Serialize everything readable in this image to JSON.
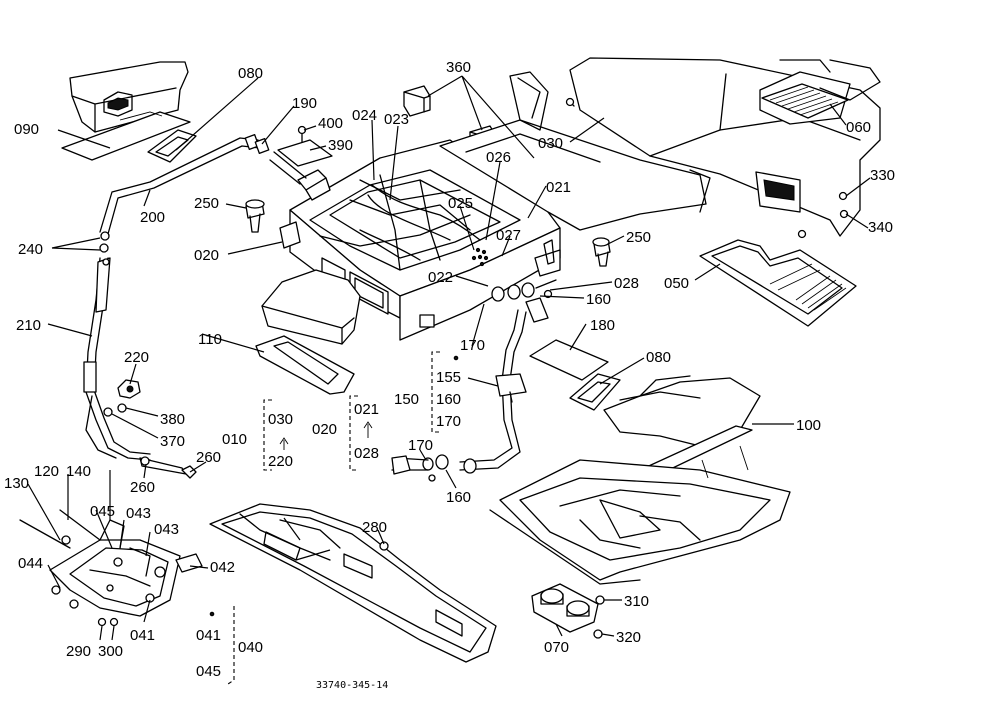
{
  "labels": {
    "l090": "090",
    "l080a": "080",
    "l190": "190",
    "l400": "400",
    "l390": "390",
    "l024": "024",
    "l023": "023",
    "l360": "360",
    "l030a": "030",
    "l060": "060",
    "l026": "026",
    "l021a": "021",
    "l330": "330",
    "l340": "340",
    "l250a": "250",
    "l200": "200",
    "l025": "025",
    "l027": "027",
    "l250b": "250",
    "l020a": "020",
    "l240": "240",
    "l022": "022",
    "l028a": "028",
    "l050": "050",
    "l160a": "160",
    "l210": "210",
    "l180": "180",
    "l110": "110",
    "l170a": "170",
    "l080b": "080",
    "l220a": "220",
    "l155": "155",
    "l150": "150",
    "l160b": "160",
    "l380": "380",
    "l170b": "170",
    "l370": "370",
    "l100": "100",
    "l010": "010",
    "l030b": "030",
    "l220b": "220",
    "l020b": "020",
    "l021b": "021",
    "l028b": "028",
    "l170c": "170",
    "l260a": "260",
    "l260b": "260",
    "l160c": "160",
    "l130": "130",
    "l120": "120",
    "l140": "140",
    "l045a": "045",
    "l043a": "043",
    "l043b": "043",
    "l044": "044",
    "l042": "042",
    "l280": "280",
    "l041a": "041",
    "l290": "290",
    "l300": "300",
    "l041b": "041",
    "l040": "040",
    "l045b": "045",
    "l310": "310",
    "l070": "070",
    "l320": "320"
  },
  "footer": {
    "drawing_code": "33740-345-14"
  },
  "icons": {
    "group-arrow": "arrow-up-icon"
  }
}
